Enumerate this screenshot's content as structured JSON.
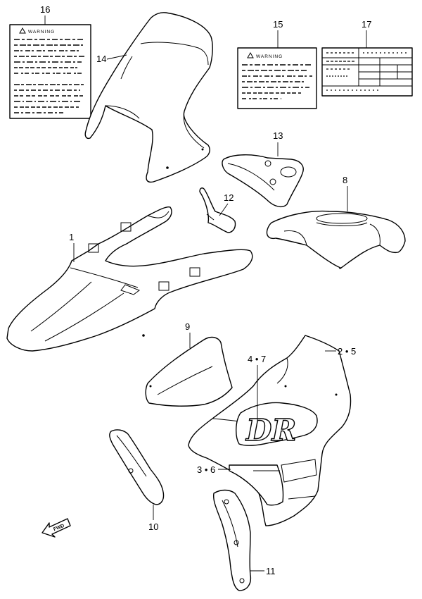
{
  "callouts": {
    "p1": "1",
    "p2_5": "2 • 5",
    "p3_6": "3 • 6",
    "p4_7": "4 • 7",
    "p8": "8",
    "p9": "9",
    "p10": "10",
    "p11": "11",
    "p12": "12",
    "p13": "13",
    "p14": "14",
    "p15": "15",
    "p16": "16",
    "p17": "17"
  },
  "labels": {
    "warning_16": "WARNING",
    "warning_15": "WARNING",
    "fwd": "FWD",
    "logo": "DR"
  }
}
